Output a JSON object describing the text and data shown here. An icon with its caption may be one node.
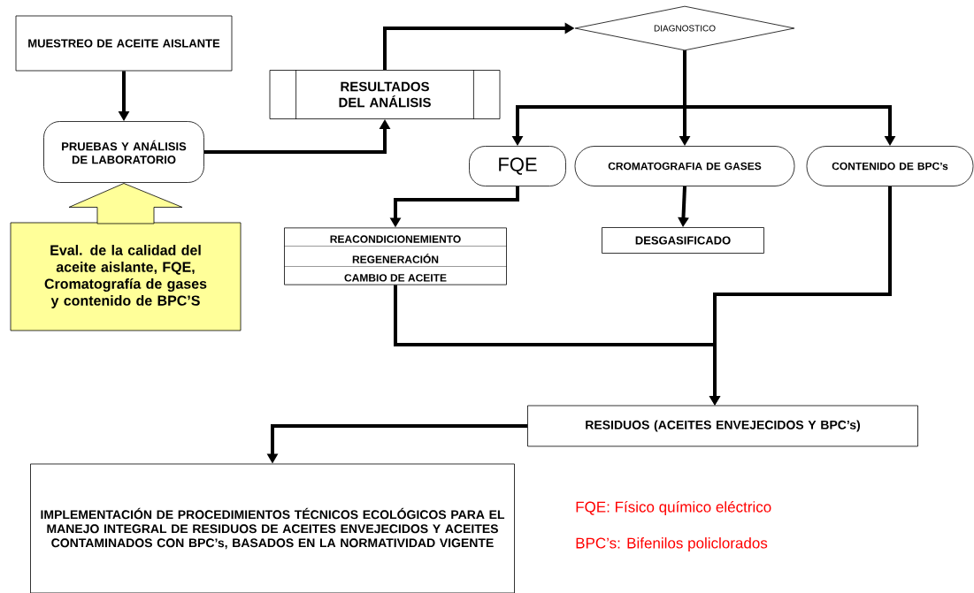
{
  "diagram": {
    "nodes": [
      {
        "text": [
          "MUESTREO DE ACEITE AISLANTE"
        ]
      },
      {
        "text": [
          "PRUEBAS Y ANÁLISIS DE LABORATORIO"
        ]
      },
      {
        "text": [
          "Eval. de la calidad del aceite aislante, FQE, Cromatografía de gases y contenido de BPC’S"
        ]
      },
      {
        "text": [
          "RESULTADOS DEL ANÁLISIS"
        ]
      },
      {
        "text": [
          "DIAGNOSTICO"
        ]
      },
      {
        "text": [
          "FQE"
        ]
      },
      {
        "text": [
          "CROMATOGRAFIA DE GASES"
        ]
      },
      {
        "text": [
          "CONTENIDO DE BPC’s"
        ]
      },
      {
        "text": [
          "REACONDICIONEMIENTO",
          "REGENERACIÓN",
          "CAMBIO DE ACEITE"
        ]
      },
      {
        "text": [
          "DESGASIFICADO"
        ]
      },
      {
        "text": [
          "RESIDUOS (ACEITES ENVEJECIDOS Y BPC’s)"
        ]
      },
      {
        "text": [
          "IMPLEMENTACIÓN DE PROCEDIMIENTOS TÉCNICOS ECOLÓGICOS PARA EL MANEJO INTEGRAL DE RESIDUOS DE ACEITES ENVEJECIDOS Y ACEITES CONTAMINADOS CON BPC’s, BASADOS EN LA NORMATIVIDAD VIGENTE"
        ]
      }
    ],
    "edges": [
      {
        "from": 0,
        "to": 1,
        "arrow": "to"
      },
      {
        "from": 2,
        "to": 1,
        "arrow": "to",
        "color": "#ffff99"
      },
      {
        "from": 1,
        "to": 3,
        "arrow": "to"
      },
      {
        "from": 3,
        "to": 4,
        "arrow": "to"
      },
      {
        "from": 4,
        "to": 5,
        "arrow": "to"
      },
      {
        "from": 4,
        "to": 6,
        "arrow": "to"
      },
      {
        "from": 4,
        "to": 7,
        "arrow": "to"
      },
      {
        "from": 5,
        "to": 8,
        "arrow": "to"
      },
      {
        "from": 6,
        "to": 9,
        "arrow": "to"
      },
      {
        "from": 8,
        "to": 10,
        "arrow": "to"
      },
      {
        "from": 7,
        "to": 10,
        "arrow": "to"
      },
      {
        "from": 10,
        "to": 11,
        "arrow": "to"
      }
    ],
    "labels": [
      "FQE: Físico químico eléctrico",
      "BPC’s: Bifenilos policlorados"
    ]
  }
}
